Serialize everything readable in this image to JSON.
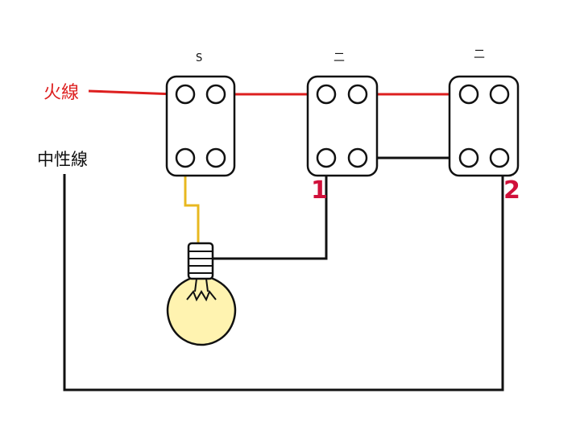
{
  "labels": {
    "live_wire": "火線",
    "neutral_wire": "中性線",
    "switch_s": "S",
    "switch_2a": "二",
    "switch_2b": "二",
    "marker_1": "1",
    "marker_2": "2"
  },
  "colors": {
    "live": "#dd1f1f",
    "neutral": "#111111",
    "lamp_lead": "#e8b820",
    "marker": "#d0103a",
    "bulb_fill": "#fff3b0"
  }
}
